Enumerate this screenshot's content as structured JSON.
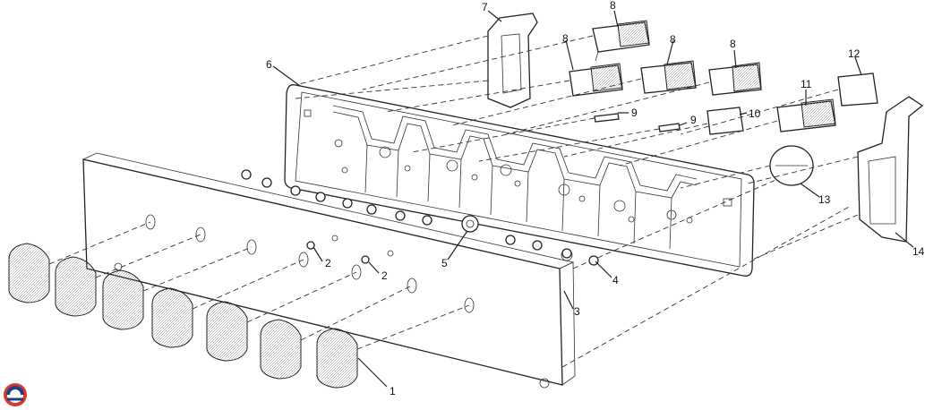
{
  "diagram": {
    "callouts": [
      {
        "id": "c1",
        "label": "1"
      },
      {
        "id": "c2a",
        "label": "2"
      },
      {
        "id": "c2b",
        "label": "2"
      },
      {
        "id": "c3",
        "label": "3"
      },
      {
        "id": "c4",
        "label": "4"
      },
      {
        "id": "c5",
        "label": "5"
      },
      {
        "id": "c6",
        "label": "6"
      },
      {
        "id": "c7",
        "label": "7"
      },
      {
        "id": "c8a",
        "label": "8"
      },
      {
        "id": "c8b",
        "label": "8"
      },
      {
        "id": "c8c",
        "label": "8"
      },
      {
        "id": "c8d",
        "label": "8"
      },
      {
        "id": "c9a",
        "label": "9"
      },
      {
        "id": "c9b",
        "label": "9"
      },
      {
        "id": "c10",
        "label": "10"
      },
      {
        "id": "c11",
        "label": "11"
      },
      {
        "id": "c12",
        "label": "12"
      },
      {
        "id": "c13",
        "label": "13"
      },
      {
        "id": "c14",
        "label": "14"
      }
    ],
    "logo_icon": "brand-logo-icon"
  }
}
